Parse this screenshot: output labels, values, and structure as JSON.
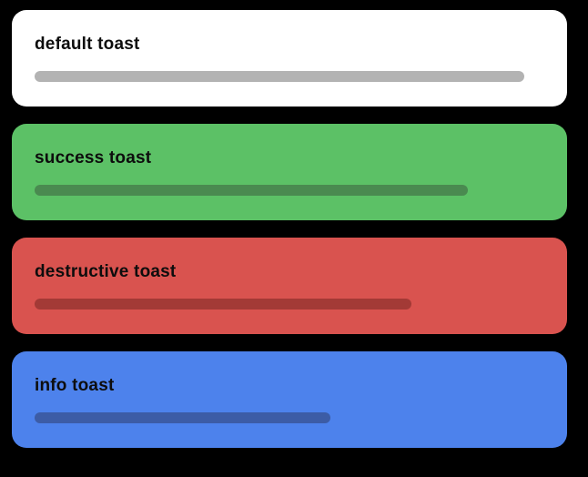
{
  "page": {
    "background": "#000000",
    "text_color": "#0d0d0d"
  },
  "toasts": [
    {
      "id": "default",
      "title": "default toast",
      "bg": "#ffffff",
      "bar_color": "#b3b3b3",
      "progress_percent": 96
    },
    {
      "id": "success",
      "title": "success toast",
      "bg": "#5cc166",
      "bar_color": "#4a8a50",
      "progress_percent": 85
    },
    {
      "id": "destructive",
      "title": "destructive toast",
      "bg": "#d9534f",
      "bar_color": "#a33a36",
      "progress_percent": 74
    },
    {
      "id": "info",
      "title": "info toast",
      "bg": "#4d82ec",
      "bar_color": "#3c5ca6",
      "progress_percent": 58
    }
  ]
}
